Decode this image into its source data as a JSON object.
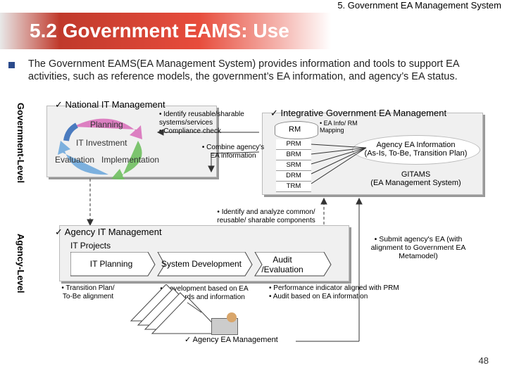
{
  "header": {
    "section": "5. Government EA Management System",
    "title": "5.2 Government EAMS: Use"
  },
  "intro": "The Government EAMS(EA Management System) provides information and tools to support EA activities, such as reference models, the government’s EA information, and agency’s EA status.",
  "government": {
    "level_label": "Government-Level",
    "national_title": "✓ National IT Management",
    "cycle": [
      "Planning",
      "IT Investment",
      "Evaluation",
      "Implementation"
    ],
    "note1": "• Identify reusable/sharable systems/services\n• Compliance check",
    "note2": "• Combine agency's EA information",
    "integrated_title": "✓ Integrative Government EA Management",
    "rm": {
      "label": "RM",
      "items": [
        "PRM",
        "BRM",
        "SRM",
        "DRM",
        "TRM"
      ],
      "note": "• EA Info/ RM Mapping"
    },
    "ea_info": "Agency EA Information\n(As-Is, To-Be, Transition Plan)",
    "gitams": "GITAMS\n(EA Management System)",
    "identify_note": "• Identify and analyze common/ reusable/ sharable components"
  },
  "agency": {
    "level_label": "Agency-Level",
    "title": "✓ Agency IT Management",
    "it_projects": "IT Projects",
    "steps": [
      "IT Planning",
      "System Development",
      "Audit\n/Evaluation"
    ],
    "notes": [
      "• Transition Plan/ To-Be alignment",
      "• Development based on EA standards and information",
      "• Performance indicator aligned with PRM\n• Audit based on EA information"
    ],
    "submit_note": "• Submit agency's EA (with alignment to Government EA Metamodel)",
    "mgmt_label": "✓ Agency EA Management"
  },
  "footer": {
    "page": "48"
  }
}
